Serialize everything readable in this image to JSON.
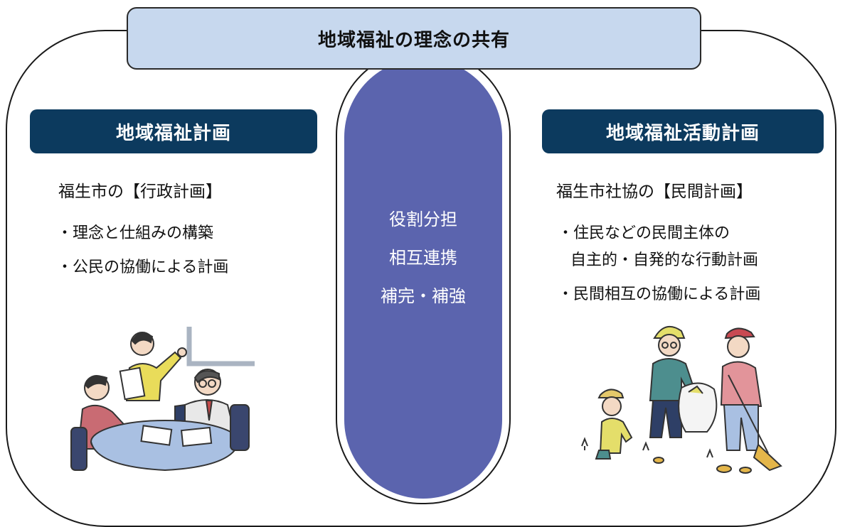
{
  "banner": {
    "title": "地域福祉の理念の共有"
  },
  "left_plan": {
    "header": "地域福祉計画",
    "subtitle": "福生市の【行政計画】",
    "bullets": [
      {
        "lines": [
          "・理念と仕組みの構築"
        ]
      },
      {
        "lines": [
          "・公民の協働による計画"
        ]
      }
    ]
  },
  "center": {
    "lines": [
      "役割分担",
      "相互連携",
      "補完・補強"
    ]
  },
  "right_plan": {
    "header": "地域福祉活動計画",
    "subtitle": "福生市社協の【民間計画】",
    "bullets": [
      {
        "lines": [
          "・住民などの民間主体の",
          "自主的・自発的な行動計画"
        ]
      },
      {
        "lines": [
          "・民間相互の協働による計画"
        ]
      }
    ]
  },
  "colors": {
    "banner_fill": "#c7d8ee",
    "header_fill": "#0c3a5e",
    "center_fill": "#5b64ae",
    "border": "#1a1a1a"
  },
  "icons": {
    "left_illustration": "meeting-people-illustration",
    "right_illustration": "community-cleanup-illustration"
  }
}
